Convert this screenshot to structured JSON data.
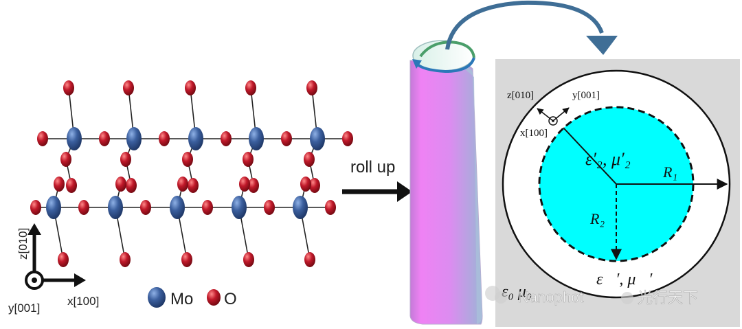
{
  "crystal": {
    "axis_z": "z[010]",
    "axis_x": "x[100]",
    "axis_y": "y[001]",
    "legend_mo": "Mo",
    "legend_o": "O"
  },
  "process": {
    "arrow_label": "roll up"
  },
  "cross_section": {
    "axis_z": "z[010]",
    "axis_y": "y[001]",
    "axis_x": "x[100]",
    "inner_params": "ε′₂, μ′₂",
    "outer_radius": "R₁",
    "inner_radius": "R₂",
    "shell_params": "ε⃗′, μ⃗′",
    "ambient_params": "ε₀  μ₀"
  },
  "watermark": {
    "text": "Nanophot",
    "text2": "光行天下"
  },
  "colors": {
    "mo": "#3b5f9e",
    "o": "#c0192a",
    "core": "#00ffff",
    "panel": "#d9d9d9",
    "tube_left": "#e77ff0",
    "tube_right": "#9ab6d8",
    "curved_arrow": "#3f6e96"
  }
}
